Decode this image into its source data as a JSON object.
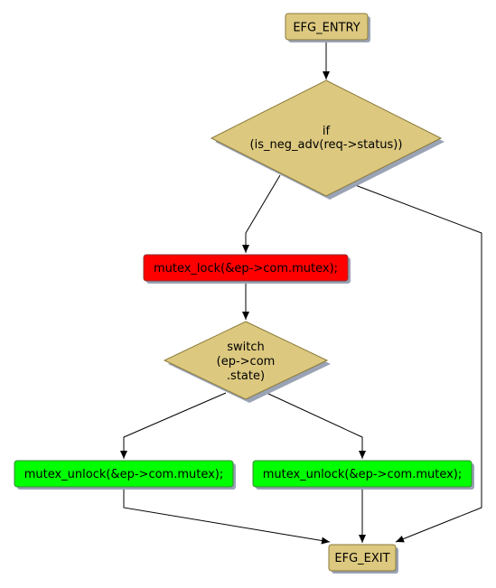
{
  "nodes": {
    "entry": {
      "label": "EFG_ENTRY",
      "color": "#dcc87f"
    },
    "if_cond": {
      "lines": [
        "if",
        "(is_neg_adv(req->status))"
      ],
      "color": "#dcc87f"
    },
    "lock": {
      "label": "mutex_lock(&ep->com.mutex);",
      "color": "#ff0000"
    },
    "switch_cond": {
      "lines": [
        "switch",
        "(ep->com",
        ".state)"
      ],
      "color": "#dcc87f"
    },
    "unlock_left": {
      "label": "mutex_unlock(&ep->com.mutex);",
      "color": "#00ff00"
    },
    "unlock_right": {
      "label": "mutex_unlock(&ep->com.mutex);",
      "color": "#00ff00"
    },
    "exit": {
      "label": "EFG_EXIT",
      "color": "#dcc87f"
    }
  },
  "colors": {
    "shadow": "#9aa3b5",
    "stroke": "#8a7a3a",
    "edge": "#000000"
  }
}
